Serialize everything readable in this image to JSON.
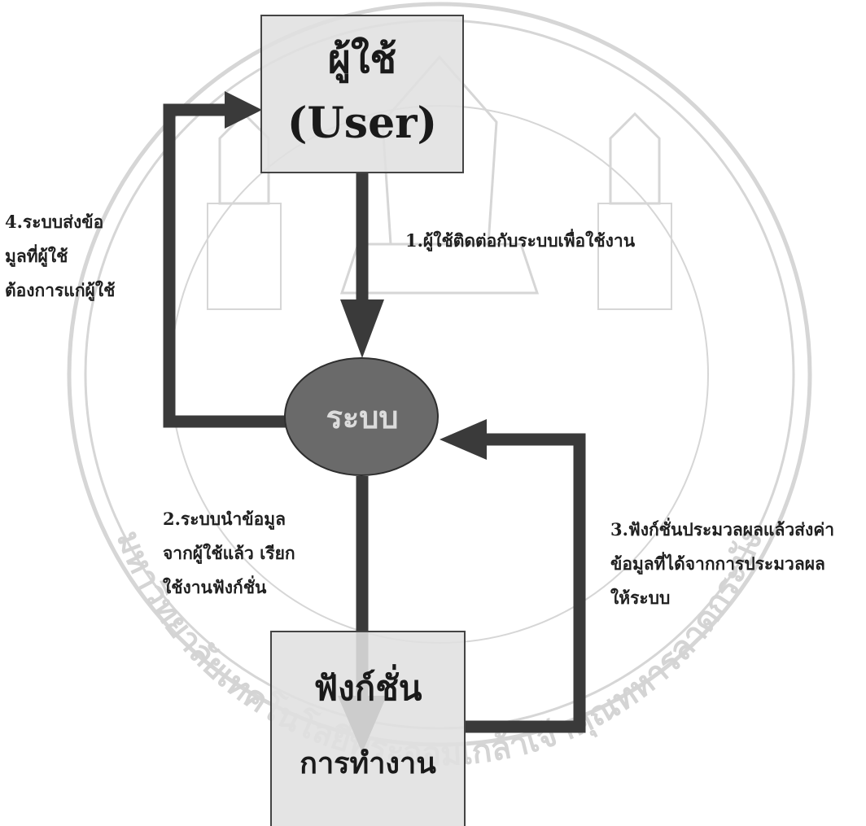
{
  "nodes": {
    "user": {
      "line1": "ผู้ใช้",
      "line2": "(User)"
    },
    "system": {
      "label": "ระบบ"
    },
    "function": {
      "line1": "ฟังก์ชั่น",
      "line2": "การทำงาน"
    }
  },
  "edges": {
    "user_to_system": {
      "lines": [
        "1.ผู้ใช้ติดต่อกับระบบเพื่อใช้งาน"
      ]
    },
    "system_to_function": {
      "lines": [
        "2.ระบบนำข้อมูล",
        "จากผู้ใช้แล้ว  เรียก",
        "ใช้งานฟังก์ชั่น"
      ]
    },
    "function_to_system": {
      "lines": [
        "3.ฟังก์ชั่นประมวลผลแล้วส่งค่า",
        "ข้อมูลที่ได้จากการประมวลผล",
        "ให้ระบบ"
      ]
    },
    "system_to_user": {
      "lines": [
        "4.ระบบส่งข้อ",
        "มูลที่ผู้ใช้",
        "ต้องการแก่ผู้ใช้"
      ]
    }
  },
  "watermark": {
    "text": "มหาวิทยาลัยเทคโนโลยีพระจอมเกล้าเจ้าคุณทหารลาดกระบัง"
  },
  "colors": {
    "arrow": "#3a3a3a",
    "ellipse": "#6a6a6a",
    "box": "#e0e0e0",
    "watermark": "#d4d4d4"
  }
}
